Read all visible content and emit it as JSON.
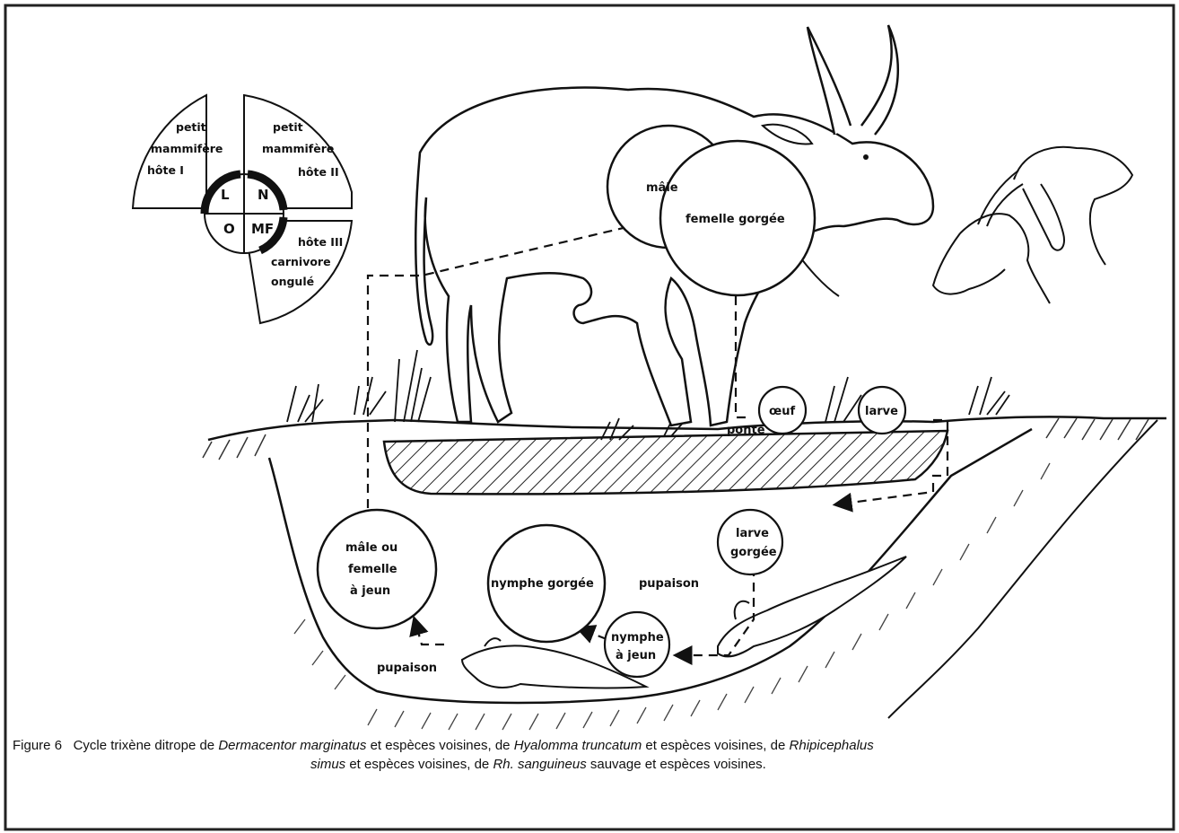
{
  "wheel": {
    "sector_larva": [
      "petit",
      "mammifère",
      "hôte I"
    ],
    "sector_nymph": [
      "petit",
      "mammifère",
      "hôte II"
    ],
    "sector_adult": [
      "hôte III",
      "carnivore",
      "ongulé"
    ],
    "center_L": "L",
    "center_N": "N",
    "center_O": "O",
    "center_MF": "MF"
  },
  "labels": {
    "male": "mâle",
    "engorged_female": "femelle gorgée",
    "egg": "œuf",
    "larva": "larve",
    "laying": "ponte",
    "engorged_larva": [
      "larve",
      "gorgée"
    ],
    "molting_1": "pupaison",
    "engorged_nymph": "nymphe gorgée",
    "unfed_nymph": [
      "nymphe",
      "à jeun"
    ],
    "unfed_adult": [
      "mâle ou",
      "femelle",
      "à jeun"
    ],
    "molting_2": "pupaison"
  },
  "caption": {
    "figure": "Figure",
    "number": "6",
    "t1": "Cycle trixène ditrope de",
    "sp1": "Dermacentor marginatus",
    "t2": "et espèces voisines, de",
    "sp2": "Hyalomma truncatum",
    "t3": "et espèces voisines, de",
    "sp3": "Rhipicephalus",
    "sp3b": "simus",
    "t4": "et espèces voisines, de",
    "sp4": "Rh. sanguineus",
    "t5": "sauvage et espèces voisines."
  }
}
